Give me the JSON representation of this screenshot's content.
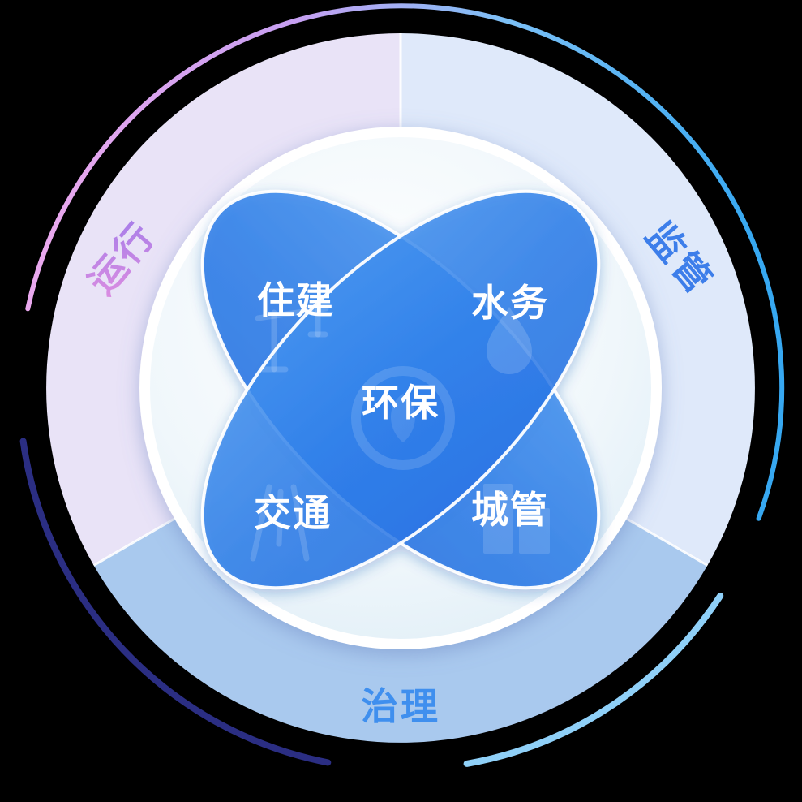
{
  "diagram": {
    "outer_ring": {
      "sectors": [
        {
          "position": "top-left",
          "label": "运行"
        },
        {
          "position": "top-right",
          "label": "监管"
        },
        {
          "position": "bottom",
          "label": "治理"
        }
      ]
    },
    "petals": [
      {
        "position": "top-left",
        "label": "住建",
        "icon": "crane-icon"
      },
      {
        "position": "top-right",
        "label": "水务",
        "icon": "water-drop-icon"
      },
      {
        "position": "bottom-left",
        "label": "交通",
        "icon": "road-icon"
      },
      {
        "position": "bottom-right",
        "label": "城管",
        "icon": "buildings-icon"
      }
    ],
    "center": {
      "label": "环保",
      "icon": "leaf-emblem-icon"
    },
    "colors": {
      "background": "#000000",
      "sector_top_left": "#E9E3F7",
      "sector_top_right": "#DFE9FA",
      "sector_bottom": "#A9C9EE",
      "sector_label_top_left": "#B27CE6",
      "sector_label_top_right": "#3D7EEA",
      "sector_label_bottom": "#3F8FEE",
      "petal_blue": "#2E7FE9",
      "petal_label": "#FFFFFF",
      "arc_pink": "#E9A8EE",
      "arc_purple": "#C69FF1",
      "arc_blue": "#37A8F1",
      "arc_navy": "#2B2E83",
      "arc_light_blue": "#8FD0F8"
    }
  }
}
